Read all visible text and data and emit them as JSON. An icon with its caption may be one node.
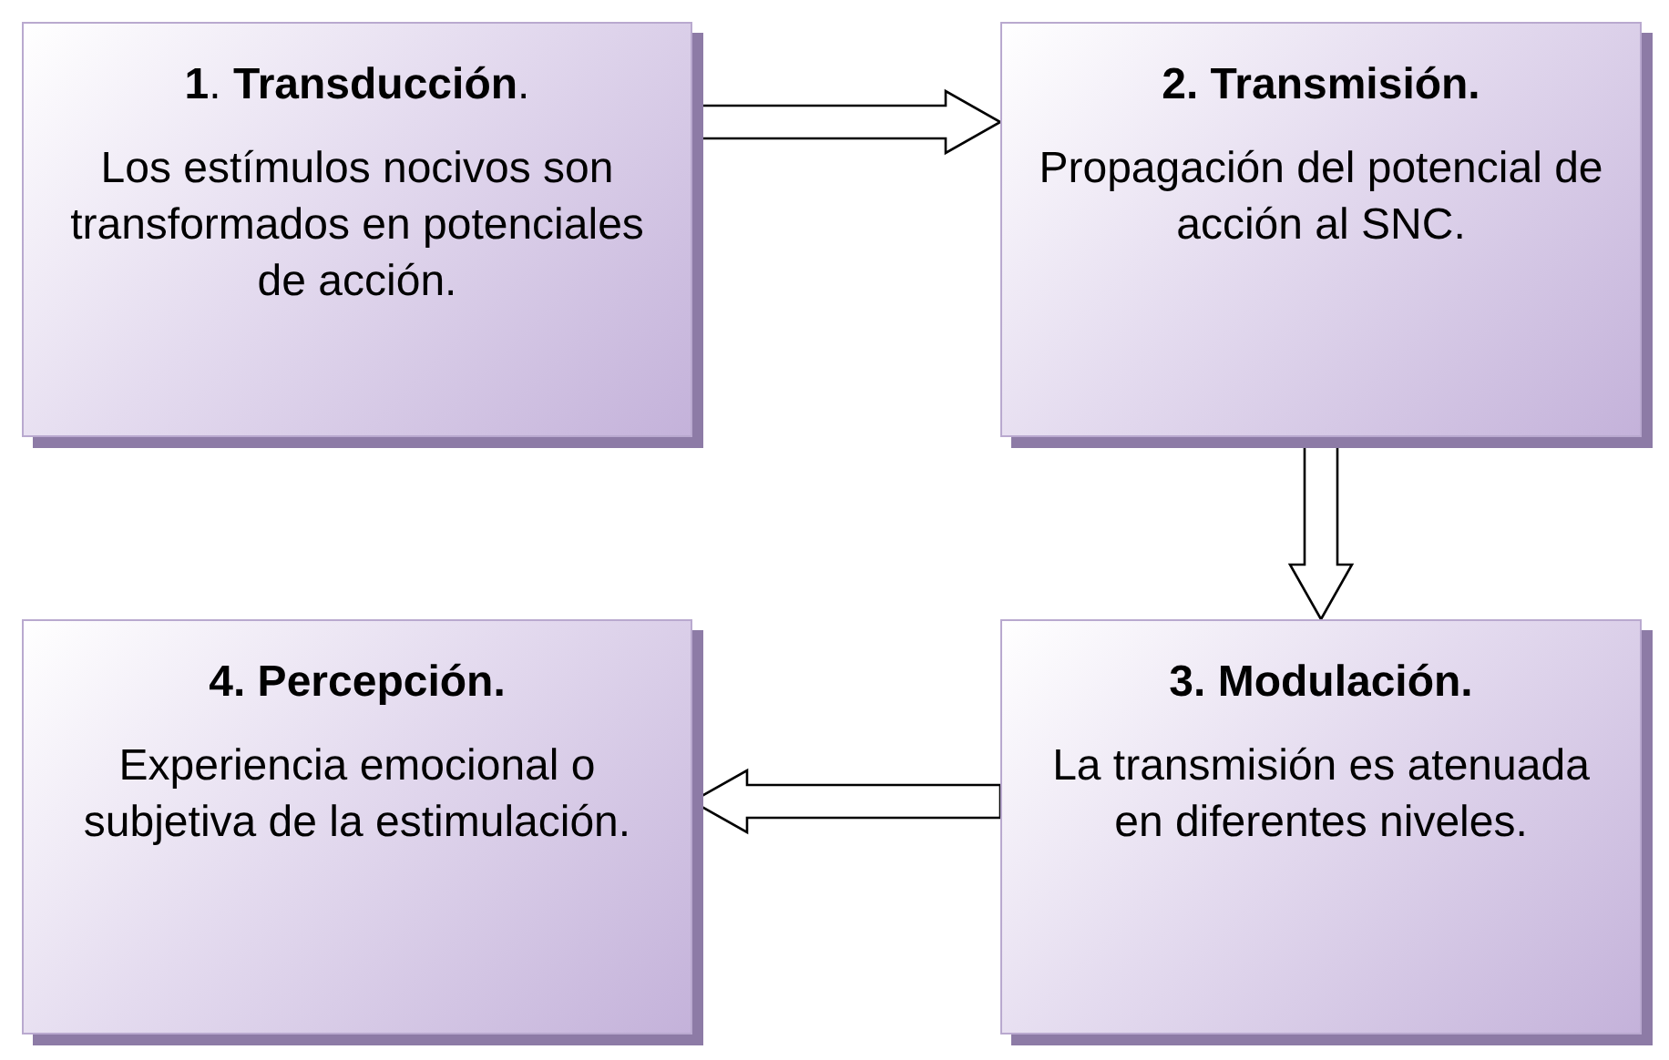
{
  "diagram": {
    "nodes": [
      {
        "text": [
          "**1**. **Transducción**.",
          "Los estímulos nocivos son transformados en potenciales de acción."
        ]
      },
      {
        "text": [
          "**2. Transmisión.**",
          "Propagación del potencial de acción al SNC."
        ]
      },
      {
        "text": [
          "**3. Modulación.**",
          "La transmisión es atenuada en diferentes niveles."
        ]
      },
      {
        "text": [
          "**4. Percepción.**",
          "Experiencia emocional o subjetiva de la estimulación."
        ]
      }
    ],
    "edges": [
      {
        "from": 0,
        "to": 1,
        "arrow": "to"
      },
      {
        "from": 1,
        "to": 2,
        "arrow": "to"
      },
      {
        "from": 2,
        "to": 3,
        "arrow": "to"
      }
    ]
  }
}
